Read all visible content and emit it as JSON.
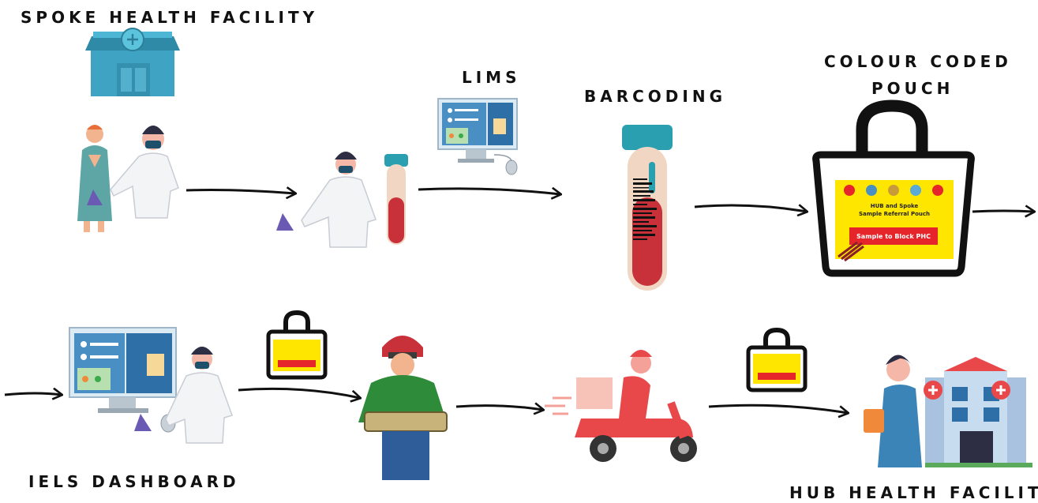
{
  "labels": {
    "spoke": "SPOKE HEALTH FACILITY",
    "lims": "LIMS",
    "barcoding": "BARCODING",
    "pouch_line1": "COLOUR CODED",
    "pouch_line2": "POUCH",
    "iels": "IELS DASHBOARD",
    "hub": "HUB HEALTH FACILITY"
  },
  "pouch_card": {
    "title_line1": "HUB and Spoke",
    "title_line2": "Sample Referral Pouch",
    "button": "Sample to Block PHC"
  },
  "colors": {
    "card_yellow": "#ffe600",
    "card_red": "#e5252a",
    "building_blue": "#3fa3c4",
    "tube_red": "#c8303a",
    "tube_cap": "#2a9fb0",
    "rider_red": "#e8484a",
    "jacket_green": "#2e8b3a"
  }
}
